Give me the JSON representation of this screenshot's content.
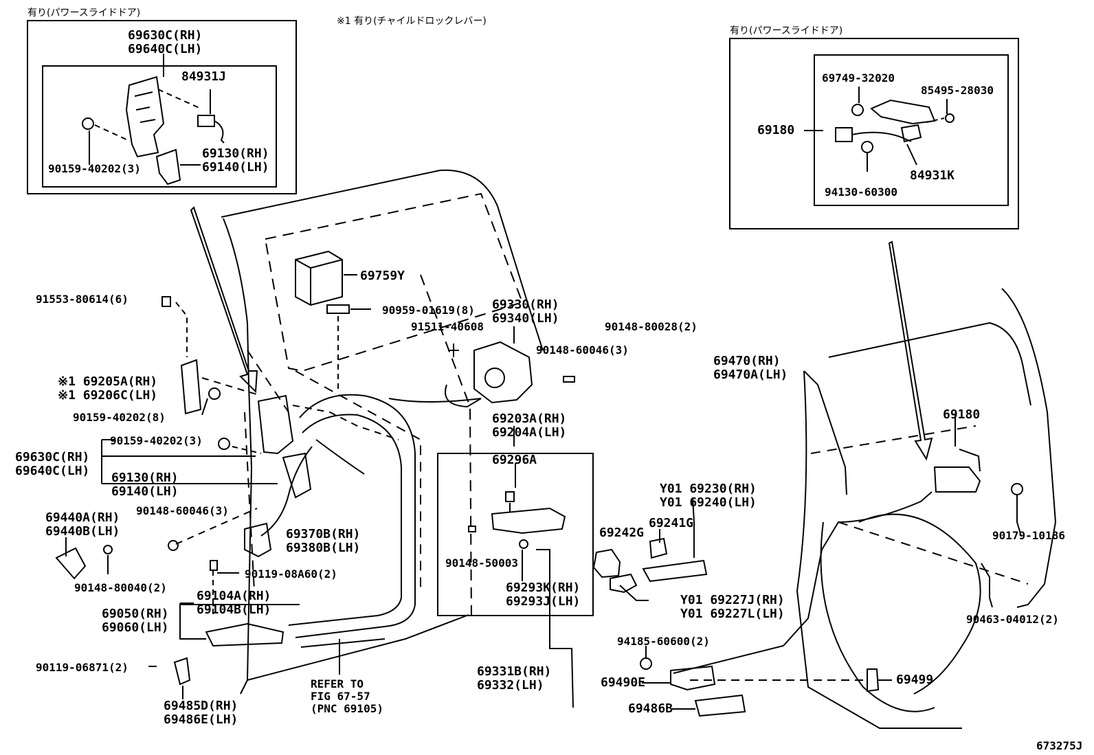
{
  "notes": {
    "child_lock": "※1 有り(チャイルドロックレバー)",
    "power_slide_left": "有り(パワースライドドア)",
    "power_slide_right": "有り(パワースライドドア)",
    "fig_code": "673275J"
  },
  "callouts": {
    "p69630c_inset": "69630C(RH)",
    "p69640c_inset": "69640C(LH)",
    "p84931j": "84931J",
    "p90159_40202_3_inset": "90159-40202(3)",
    "p69130_inset": "69130(RH)",
    "p69140_inset": "69140(LH)",
    "p69749": "69749-32020",
    "p85495": "85495-28030",
    "p69180_inset": "69180",
    "p84931k": "84931K",
    "p94130": "94130-60300",
    "p69759y": "69759Y",
    "p90959": "90959-01619(8)",
    "p91511": "91511-40608",
    "p69330": "69330(RH)",
    "p69340": "69340(LH)",
    "p90148_80028": "90148-80028(2)",
    "p90148_60046_top": "90148-60046(3)",
    "p69470": "69470(RH)",
    "p69470a": "69470A(LH)",
    "p91553": "91553-80614(6)",
    "p69205a": "※1 69205A(RH)",
    "p69206c": "※1 69206C(LH)",
    "p90159_40202_8": "90159-40202(8)",
    "p90159_40202_3": "90159-40202(3)",
    "p69630c": "69630C(RH)",
    "p69640c": "69640C(LH)",
    "p69130": "69130(RH)",
    "p69140": "69140(LH)",
    "p90148_60046_left": "90148-60046(3)",
    "p69440a": "69440A(RH)",
    "p69440b": "69440B(LH)",
    "p90148_80040": "90148-80040(2)",
    "p69370b": "69370B(RH)",
    "p69380b": "69380B(LH)",
    "p90119_08a60": "90119-08A60(2)",
    "p69104a": "69104A(RH)",
    "p69104b": "69104B(LH)",
    "p69050": "69050(RH)",
    "p69060": "69060(LH)",
    "p90119_06871": "90119-06871(2)",
    "p69485d": "69485D(RH)",
    "p69486e": "69486E(LH)",
    "refer1": "REFER TO",
    "refer2": "FIG 67-57",
    "refer3": "(PNC 69105)",
    "p69203a": "69203A(RH)",
    "p69204a": "69204A(LH)",
    "p69296a": "69296A",
    "p90148_50003": "90148-50003",
    "p69293k": "69293K(RH)",
    "p69293j": "69293J(LH)",
    "p69331b": "69331B(RH)",
    "p69332": "69332(LH)",
    "p69230": "Y01 69230(RH)",
    "p69240": "Y01 69240(LH)",
    "p69241g": "69241G",
    "p69242g": "69242G",
    "p69227j": "Y01 69227J(RH)",
    "p69227l": "Y01 69227L(LH)",
    "p94185": "94185-60600(2)",
    "p69490e": "69490E",
    "p69486b": "69486B",
    "p69499": "69499",
    "p69180": "69180",
    "p90179": "90179-10186",
    "p90463": "90463-04012(2)"
  }
}
